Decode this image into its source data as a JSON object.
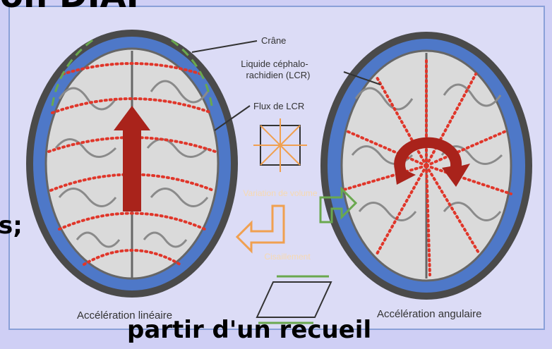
{
  "slide": {
    "title_fragment": "on DIAI",
    "left_fragment": "s;",
    "bottom_fragment": "partir d'un recueil"
  },
  "figure": {
    "label_crane": "Crâne",
    "label_lcr_1": "Liquide céphalo-",
    "label_lcr_2": "rachidien (LCR)",
    "label_flux": "Flux de LCR",
    "label_variation": "Variation de volume",
    "label_cisaillement": "Cisaillement",
    "caption_left": "Accélération linéaire",
    "caption_right": "Accélération angulaire"
  },
  "colors": {
    "background": "#cfcff5",
    "panel": "#dcdcf6",
    "skull": "#4a4a4a",
    "csf": "#4e78c8",
    "brain": "#d8d8d8",
    "dots": "#e0362a",
    "arrow": "#a9231b",
    "orange": "#f0a050",
    "green": "#6aa84f"
  }
}
